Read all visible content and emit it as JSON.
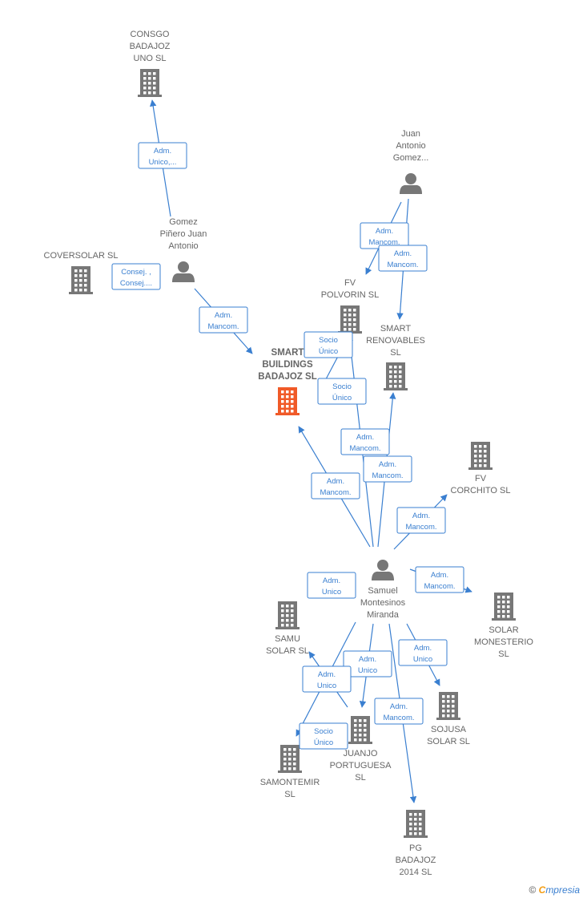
{
  "nodes": [
    {
      "id": "consgo",
      "type": "company",
      "label": [
        "CONSGO",
        "BADAJOZ",
        "UNO  SL"
      ]
    },
    {
      "id": "gomez",
      "type": "person",
      "label": [
        "Gomez",
        "Piñero Juan",
        "Antonio"
      ]
    },
    {
      "id": "coversolar",
      "type": "company",
      "label": [
        "COVERSOLAR SL"
      ]
    },
    {
      "id": "juan",
      "type": "person",
      "label": [
        "Juan",
        "Antonio",
        "Gomez..."
      ]
    },
    {
      "id": "fvpolvorin",
      "type": "company",
      "label": [
        "FV",
        "POLVORIN  SL"
      ]
    },
    {
      "id": "smartren",
      "type": "company",
      "label": [
        "SMART",
        "RENOVABLES",
        "SL"
      ]
    },
    {
      "id": "smartbuild",
      "type": "company",
      "focus": true,
      "label": [
        "SMART",
        "BUILDINGS",
        "BADAJOZ  SL"
      ]
    },
    {
      "id": "fvcorchito",
      "type": "company",
      "label": [
        "FV",
        "CORCHITO  SL"
      ]
    },
    {
      "id": "samuel",
      "type": "person",
      "label": [
        "Samuel",
        "Montesinos",
        "Miranda"
      ]
    },
    {
      "id": "samu",
      "type": "company",
      "label": [
        "SAMU",
        "SOLAR SL"
      ]
    },
    {
      "id": "solarmon",
      "type": "company",
      "label": [
        "SOLAR",
        "MONESTERIO",
        "SL"
      ]
    },
    {
      "id": "sojusa",
      "type": "company",
      "label": [
        "SOJUSA",
        "SOLAR SL"
      ]
    },
    {
      "id": "juanjo",
      "type": "company",
      "label": [
        "JUANJO",
        "PORTUGUESA",
        "SL"
      ]
    },
    {
      "id": "samontemir",
      "type": "company",
      "label": [
        "SAMONTEMIR",
        "SL"
      ]
    },
    {
      "id": "pgbadajoz",
      "type": "company",
      "label": [
        "PG",
        "BADAJOZ",
        "2014  SL"
      ]
    }
  ],
  "edges": [
    {
      "id": "e1",
      "from": "gomez",
      "to": "consgo",
      "label": [
        "Adm.",
        "Unico,..."
      ]
    },
    {
      "id": "e2",
      "from": "gomez",
      "to": "coversolar",
      "label": [
        "Consej. ,",
        "Consej...."
      ]
    },
    {
      "id": "e3",
      "from": "gomez",
      "to": "smartbuild",
      "label": [
        "Adm.",
        "Mancom."
      ]
    },
    {
      "id": "e4",
      "from": "juan",
      "to": "fvpolvorin",
      "label": [
        "Adm.",
        "Mancom."
      ]
    },
    {
      "id": "e5",
      "from": "juan",
      "to": "smartren",
      "label": [
        "Adm.",
        "Mancom."
      ]
    },
    {
      "id": "e6",
      "from": "fvpolvorin",
      "to": "smartbuild",
      "label": [
        "Socio",
        "Único"
      ]
    },
    {
      "id": "e7",
      "from": "smartren",
      "to": "smartbuild",
      "label": [
        "Socio",
        "Único"
      ]
    },
    {
      "id": "e8",
      "from": "samuel",
      "to": "smartbuild",
      "label": [
        "Adm.",
        "Mancom."
      ]
    },
    {
      "id": "e9",
      "from": "samuel",
      "to": "fvpolvorin",
      "label": [
        "Adm.",
        "Mancom."
      ]
    },
    {
      "id": "e10",
      "from": "samuel",
      "to": "smartren",
      "label": [
        "Adm.",
        "Mancom."
      ]
    },
    {
      "id": "e11",
      "from": "samuel",
      "to": "fvcorchito",
      "label": [
        "Adm.",
        "Mancom."
      ]
    },
    {
      "id": "e12",
      "from": "samuel",
      "to": "samu",
      "label": [
        "Adm.",
        "Unico"
      ]
    },
    {
      "id": "e13",
      "from": "samuel",
      "to": "solarmon",
      "label": [
        "Adm.",
        "Mancom."
      ]
    },
    {
      "id": "e14",
      "from": "samuel",
      "to": "sojusa",
      "label": [
        "Adm.",
        "Unico"
      ]
    },
    {
      "id": "e15",
      "from": "samuel",
      "to": "juanjo",
      "label": [
        "Adm.",
        "Unico"
      ]
    },
    {
      "id": "e16",
      "from": "juanjo",
      "to": "samu",
      "label": [
        "Adm.",
        "Unico"
      ]
    },
    {
      "id": "e17",
      "from": "samuel",
      "to": "samontemir",
      "label": [
        "Socio",
        "Único"
      ]
    },
    {
      "id": "e18",
      "from": "samuel",
      "to": "pgbadajoz",
      "label": [
        "Adm.",
        "Mancom."
      ]
    }
  ],
  "footer": {
    "copyright": "©",
    "brand_first": "C",
    "brand_rest": "mpresia"
  },
  "colors": {
    "edge": "#3a7fd0",
    "node": "#777777",
    "focus": "#f05a28",
    "label": "#666666"
  }
}
